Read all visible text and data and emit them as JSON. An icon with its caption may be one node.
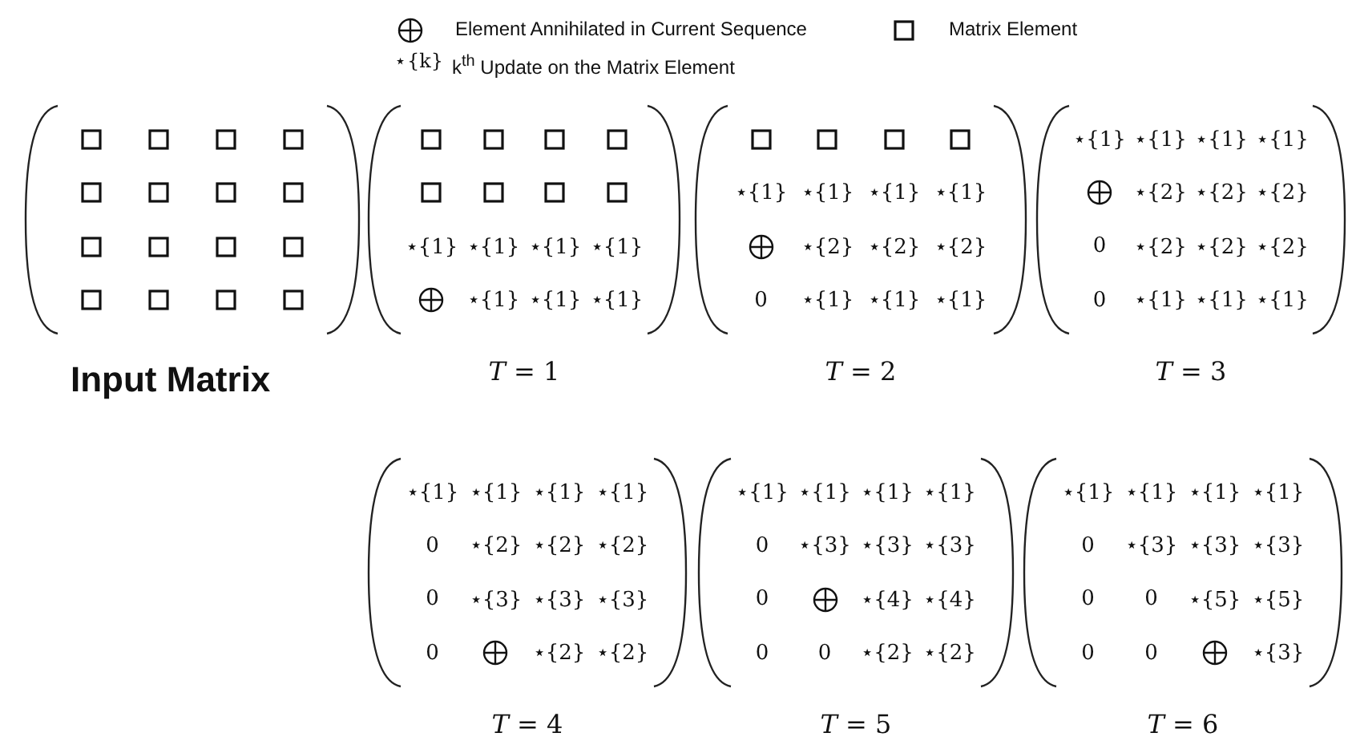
{
  "diagram": {
    "nodes": [
      {
        "text": [
          "Input Matrix"
        ]
      },
      {
        "text": [],
        "shape": "box",
        "in": 0
      },
      {
        "text": [],
        "shape": "box",
        "in": 0
      },
      {
        "text": [],
        "shape": "box",
        "in": 0
      },
      {
        "text": [],
        "shape": "box",
        "in": 0
      },
      {
        "text": [],
        "shape": "box",
        "in": 0
      },
      {
        "text": [],
        "shape": "box",
        "in": 0
      },
      {
        "text": [],
        "shape": "box",
        "in": 0
      },
      {
        "text": [],
        "shape": "box",
        "in": 0
      },
      {
        "text": [],
        "shape": "box",
        "in": 0
      },
      {
        "text": [],
        "shape": "box",
        "in": 0
      },
      {
        "text": [],
        "shape": "box",
        "in": 0
      },
      {
        "text": [],
        "shape": "box",
        "in": 0
      },
      {
        "text": [],
        "shape": "box",
        "in": 0
      },
      {
        "text": [],
        "shape": "box",
        "in": 0
      },
      {
        "text": [],
        "shape": "box",
        "in": 0
      },
      {
        "text": [],
        "shape": "box",
        "in": 0
      },
      {
        "text": [
          "*T* = 1"
        ]
      },
      {
        "text": [],
        "shape": "box",
        "in": 17
      },
      {
        "text": [],
        "shape": "box",
        "in": 17
      },
      {
        "text": [],
        "shape": "box",
        "in": 17
      },
      {
        "text": [],
        "shape": "box",
        "in": 17
      },
      {
        "text": [],
        "shape": "box",
        "in": 17
      },
      {
        "text": [],
        "shape": "box",
        "in": 17
      },
      {
        "text": [],
        "shape": "box",
        "in": 17
      },
      {
        "text": [],
        "shape": "box",
        "in": 17
      },
      {
        "text": [
          "⋆{1}"
        ],
        "in": 17
      },
      {
        "text": [
          "⋆{1}"
        ],
        "in": 17
      },
      {
        "text": [
          "⋆{1}"
        ],
        "in": 17
      },
      {
        "text": [
          "⋆{1}"
        ],
        "in": 17
      },
      {
        "text": [],
        "shape": "circle",
        "in": 17
      },
      {
        "text": [
          "⋆{1}"
        ],
        "in": 17
      },
      {
        "text": [
          "⋆{1}"
        ],
        "in": 17
      },
      {
        "text": [
          "⋆{1}"
        ],
        "in": 17
      },
      {
        "text": [
          "*T* = 2"
        ]
      },
      {
        "text": [],
        "shape": "box",
        "in": 34
      },
      {
        "text": [],
        "shape": "box",
        "in": 34
      },
      {
        "text": [],
        "shape": "box",
        "in": 34
      },
      {
        "text": [],
        "shape": "box",
        "in": 34
      },
      {
        "text": [
          "⋆{1}"
        ],
        "in": 34
      },
      {
        "text": [
          "⋆{1}"
        ],
        "in": 34
      },
      {
        "text": [
          "⋆{1}"
        ],
        "in": 34
      },
      {
        "text": [
          "⋆{1}"
        ],
        "in": 34
      },
      {
        "text": [],
        "shape": "circle",
        "in": 34
      },
      {
        "text": [
          "⋆{2}"
        ],
        "in": 34
      },
      {
        "text": [
          "⋆{2}"
        ],
        "in": 34
      },
      {
        "text": [
          "⋆{2}"
        ],
        "in": 34
      },
      {
        "text": [
          "0"
        ],
        "in": 34
      },
      {
        "text": [
          "⋆{1}"
        ],
        "in": 34
      },
      {
        "text": [
          "⋆{1}"
        ],
        "in": 34
      },
      {
        "text": [
          "⋆{1}"
        ],
        "in": 34
      },
      {
        "text": [
          "*T* = 3"
        ]
      },
      {
        "text": [
          "⋆{1}"
        ],
        "in": 51
      },
      {
        "text": [
          "⋆{1}"
        ],
        "in": 51
      },
      {
        "text": [
          "⋆{1}"
        ],
        "in": 51
      },
      {
        "text": [
          "⋆{1}"
        ],
        "in": 51
      },
      {
        "text": [],
        "shape": "circle",
        "in": 51
      },
      {
        "text": [
          "⋆{2}"
        ],
        "in": 51
      },
      {
        "text": [
          "⋆{2}"
        ],
        "in": 51
      },
      {
        "text": [
          "⋆{2}"
        ],
        "in": 51
      },
      {
        "text": [
          "0"
        ],
        "in": 51
      },
      {
        "text": [
          "⋆{2}"
        ],
        "in": 51
      },
      {
        "text": [
          "⋆{2}"
        ],
        "in": 51
      },
      {
        "text": [
          "⋆{2}"
        ],
        "in": 51
      },
      {
        "text": [
          "0"
        ],
        "in": 51
      },
      {
        "text": [
          "⋆{1}"
        ],
        "in": 51
      },
      {
        "text": [
          "⋆{1}"
        ],
        "in": 51
      },
      {
        "text": [
          "⋆{1}"
        ],
        "in": 51
      },
      {
        "text": [
          "*T* = 4"
        ]
      },
      {
        "text": [
          "⋆{1}"
        ],
        "in": 68
      },
      {
        "text": [
          "⋆{1}"
        ],
        "in": 68
      },
      {
        "text": [
          "⋆{1}"
        ],
        "in": 68
      },
      {
        "text": [
          "⋆{1}"
        ],
        "in": 68
      },
      {
        "text": [
          "0"
        ],
        "in": 68
      },
      {
        "text": [
          "⋆{2}"
        ],
        "in": 68
      },
      {
        "text": [
          "⋆{2}"
        ],
        "in": 68
      },
      {
        "text": [
          "⋆{2}"
        ],
        "in": 68
      },
      {
        "text": [
          "0"
        ],
        "in": 68
      },
      {
        "text": [
          "⋆{3}"
        ],
        "in": 68
      },
      {
        "text": [
          "⋆{3}"
        ],
        "in": 68
      },
      {
        "text": [
          "⋆{3}"
        ],
        "in": 68
      },
      {
        "text": [
          "0"
        ],
        "in": 68
      },
      {
        "text": [],
        "shape": "circle",
        "in": 68
      },
      {
        "text": [
          "⋆{2}"
        ],
        "in": 68
      },
      {
        "text": [
          "⋆{2}"
        ],
        "in": 68
      },
      {
        "text": [
          "*T* = 5"
        ]
      },
      {
        "text": [
          "⋆{1}"
        ],
        "in": 85
      },
      {
        "text": [
          "⋆{1}"
        ],
        "in": 85
      },
      {
        "text": [
          "⋆{1}"
        ],
        "in": 85
      },
      {
        "text": [
          "⋆{1}"
        ],
        "in": 85
      },
      {
        "text": [
          "0"
        ],
        "in": 85
      },
      {
        "text": [
          "⋆{3}"
        ],
        "in": 85
      },
      {
        "text": [
          "⋆{3}"
        ],
        "in": 85
      },
      {
        "text": [
          "⋆{3}"
        ],
        "in": 85
      },
      {
        "text": [
          "0"
        ],
        "in": 85
      },
      {
        "text": [],
        "shape": "circle",
        "in": 85
      },
      {
        "text": [
          "⋆{4}"
        ],
        "in": 85
      },
      {
        "text": [
          "⋆{4}"
        ],
        "in": 85
      },
      {
        "text": [
          "0"
        ],
        "in": 85
      },
      {
        "text": [
          "0"
        ],
        "in": 85
      },
      {
        "text": [
          "⋆{2}"
        ],
        "in": 85
      },
      {
        "text": [
          "⋆{2}"
        ],
        "in": 85
      },
      {
        "text": [
          "*T* = 6"
        ]
      },
      {
        "text": [
          "⋆{1}"
        ],
        "in": 102
      },
      {
        "text": [
          "⋆{1}"
        ],
        "in": 102
      },
      {
        "text": [
          "⋆{1}"
        ],
        "in": 102
      },
      {
        "text": [
          "⋆{1}"
        ],
        "in": 102
      },
      {
        "text": [
          "0"
        ],
        "in": 102
      },
      {
        "text": [
          "⋆{3}"
        ],
        "in": 102
      },
      {
        "text": [
          "⋆{3}"
        ],
        "in": 102
      },
      {
        "text": [
          "⋆{3}"
        ],
        "in": 102
      },
      {
        "text": [
          "0"
        ],
        "in": 102
      },
      {
        "text": [
          "0"
        ],
        "in": 102
      },
      {
        "text": [
          "⋆{5}"
        ],
        "in": 102
      },
      {
        "text": [
          "⋆{5}"
        ],
        "in": 102
      },
      {
        "text": [
          "0"
        ],
        "in": 102
      },
      {
        "text": [
          "0"
        ],
        "in": 102
      },
      {
        "text": [],
        "shape": "circle",
        "in": 102
      },
      {
        "text": [
          "⋆{3}"
        ],
        "in": 102
      }
    ],
    "labels": [
      "⋆{k}"
    ],
    "legend": [
      {
        "text": "Element Annihilated in Current Sequence"
      },
      {
        "text": "Matrix Element"
      },
      {
        "text": "k$^{th}$ Update on the Matrix Element"
      }
    ]
  }
}
